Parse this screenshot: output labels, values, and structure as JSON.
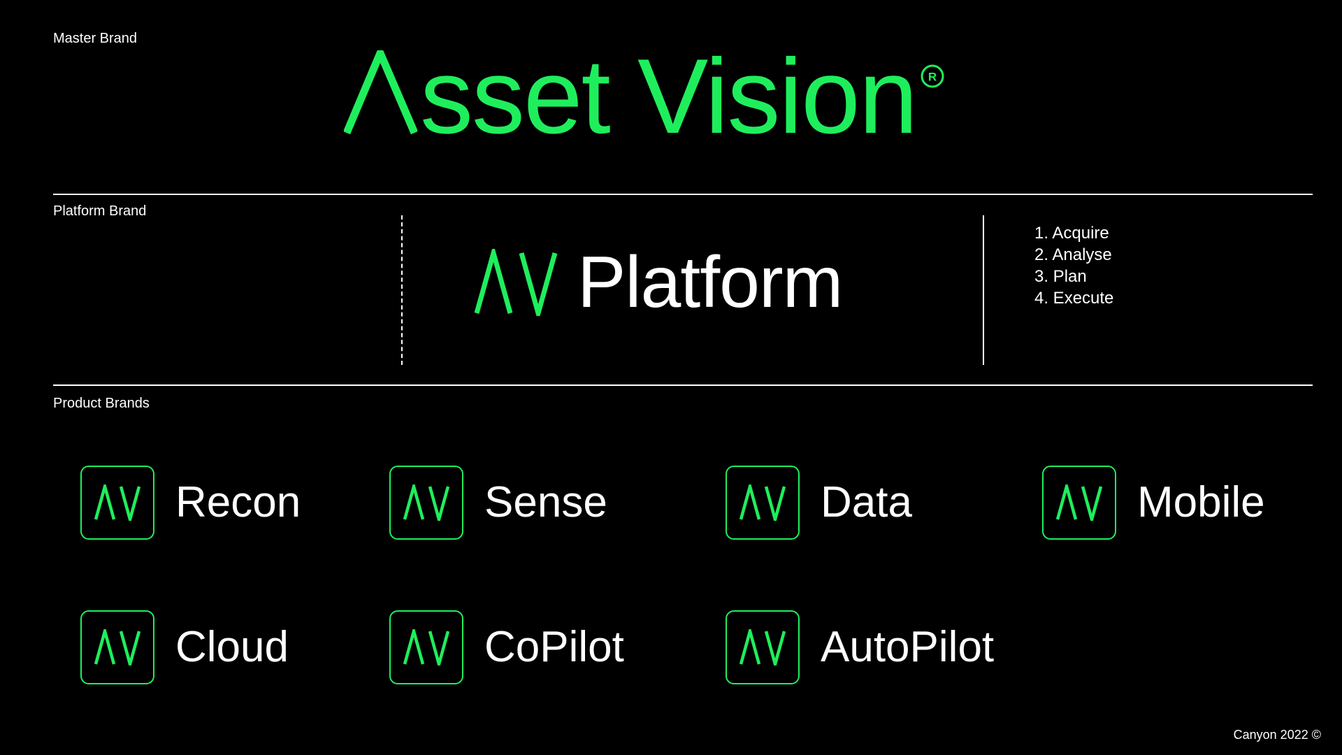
{
  "accent_color": "#1fee5c",
  "master": {
    "label": "Master Brand",
    "title": "Asset Vision",
    "registered_icon": "registered-trademark-icon"
  },
  "platform": {
    "label": "Platform Brand",
    "name": "Platform",
    "logo_icon": "av-logo-icon",
    "steps": [
      "1. Acquire",
      "2. Analyse",
      "3. Plan",
      "4. Execute"
    ]
  },
  "products": {
    "label": "Product Brands",
    "items": [
      {
        "name": "Recon",
        "icon": "av-logo-icon"
      },
      {
        "name": "Sense",
        "icon": "av-logo-icon"
      },
      {
        "name": "Data",
        "icon": "av-logo-icon"
      },
      {
        "name": "Mobile",
        "icon": "av-logo-icon"
      },
      {
        "name": "Cloud",
        "icon": "av-logo-icon"
      },
      {
        "name": "CoPilot",
        "icon": "av-logo-icon"
      },
      {
        "name": "AutoPilot",
        "icon": "av-logo-icon"
      }
    ]
  },
  "footer": {
    "credit": "Canyon 2022 ©"
  }
}
